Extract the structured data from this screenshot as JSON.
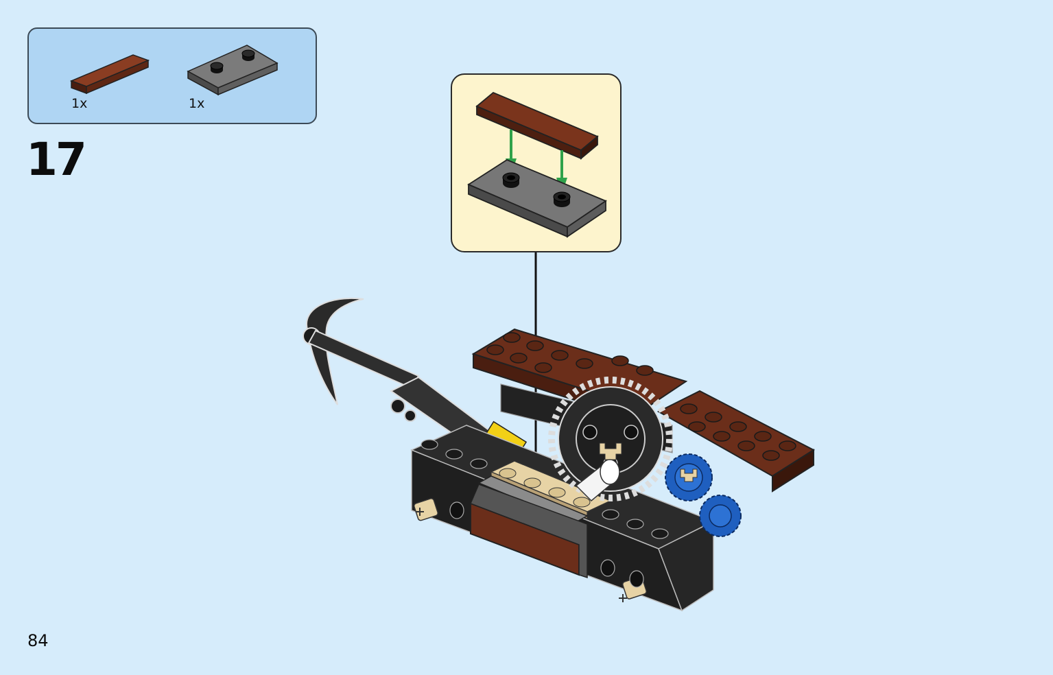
{
  "parts_list": {
    "items": [
      {
        "name": "brown-tile-1x4",
        "quantity": "1x",
        "color": "#6b2e1a"
      },
      {
        "name": "dark-grey-plate-2x4-with-studs",
        "quantity": "1x",
        "color": "#6a6a6a"
      }
    ]
  },
  "step": {
    "number": "17"
  },
  "page": {
    "number": "84"
  },
  "colors": {
    "background": "#d6ecfb",
    "parts_box": "#afd5f3",
    "callout": "#fdf4cd",
    "arrow": "#2fa24a",
    "brown": "#6b2e1a",
    "tan": "#e7d3a5",
    "blue": "#1f5fbf",
    "black": "#1c1c1c"
  }
}
